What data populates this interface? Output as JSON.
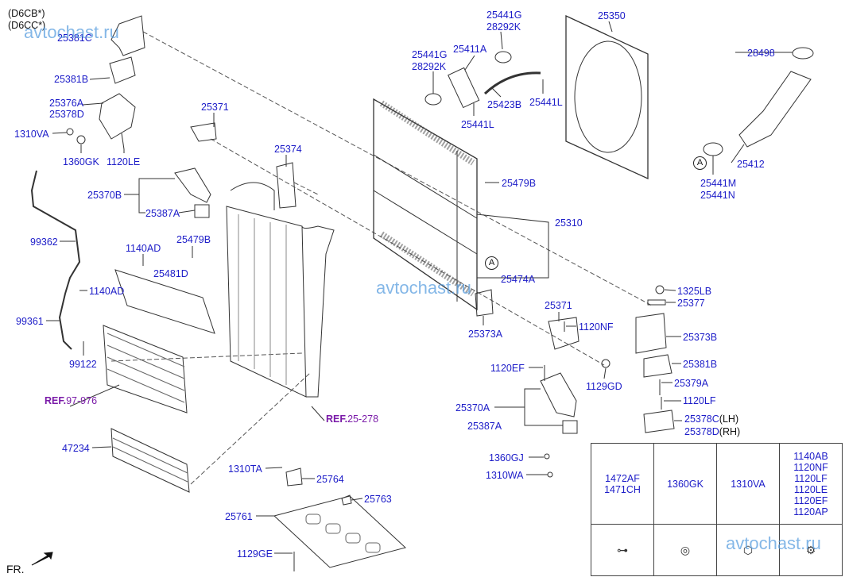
{
  "engine_variants": [
    "(D6CB*)",
    "(D6CC*)"
  ],
  "watermark": "avtochast.ru",
  "labels": {
    "p25381C": "25381C",
    "p25381B_l": "25381B",
    "p25376A": "25376A",
    "p25378D_l": "25378D",
    "p1310VA": "1310VA",
    "p1360GK": "1360GK",
    "p1120LE": "1120LE",
    "p25371_l": "25371",
    "p25374": "25374",
    "p25370B": "25370B",
    "p25387A_l": "25387A",
    "p99362": "99362",
    "p1140AD_a": "1140AD",
    "p25479B_l": "25479B",
    "p25481D": "25481D",
    "p1140AD_b": "1140AD",
    "p99361": "99361",
    "p99122": "99122",
    "p47234": "47234",
    "p1310TA": "1310TA",
    "p25764": "25764",
    "p25763": "25763",
    "p25761": "25761",
    "p1129GE": "1129GE",
    "p25441G_a": "25441G",
    "p28292K_a": "28292K",
    "p25350": "25350",
    "p25441G_b": "25441G",
    "p28292K_b": "28292K",
    "p25411A": "25411A",
    "p28498": "28498",
    "p25423B": "25423B",
    "p25441L_a": "25441L",
    "p25441L_b": "25441L",
    "p25412": "25412",
    "p25441M": "25441M",
    "p25441N": "25441N",
    "p25479B_r": "25479B",
    "p25310": "25310",
    "p25474A": "25474A",
    "p1325LB": "1325LB",
    "p25377": "25377",
    "p25371_r": "25371",
    "p1120NF": "1120NF",
    "p25373A": "25373A",
    "p25373B": "25373B",
    "p1120EF": "1120EF",
    "p25381B_r": "25381B",
    "p1129GD": "1129GD",
    "p25379A": "25379A",
    "p1120LF": "1120LF",
    "p25370A": "25370A",
    "p25378C": "25378C",
    "p25378D_r": "25378D",
    "p25387A_r": "25387A",
    "p1360GJ": "1360GJ",
    "p1310WA": "1310WA"
  },
  "side_lh": "(LH)",
  "side_rh": "(RH)",
  "circle_ref": "A",
  "refs": {
    "r1_prefix": "REF.",
    "r1_num": "97-976",
    "r2_prefix": "REF.",
    "r2_num": "25-278"
  },
  "front": "FR.",
  "parts_table": {
    "columns": [
      {
        "codes": "1472AF\n1471CH",
        "icon": "⊶"
      },
      {
        "codes": "1360GK",
        "icon": "◎"
      },
      {
        "codes": "1310VA",
        "icon": "⬡"
      },
      {
        "codes": "1140AB\n1120NF\n1120LF\n1120LE\n1120EF\n1120AP",
        "icon": "⚙"
      }
    ]
  },
  "colors": {
    "label": "#1c1cc8",
    "ref": "#7a1aa8",
    "watermark": "#5b9fe0"
  }
}
